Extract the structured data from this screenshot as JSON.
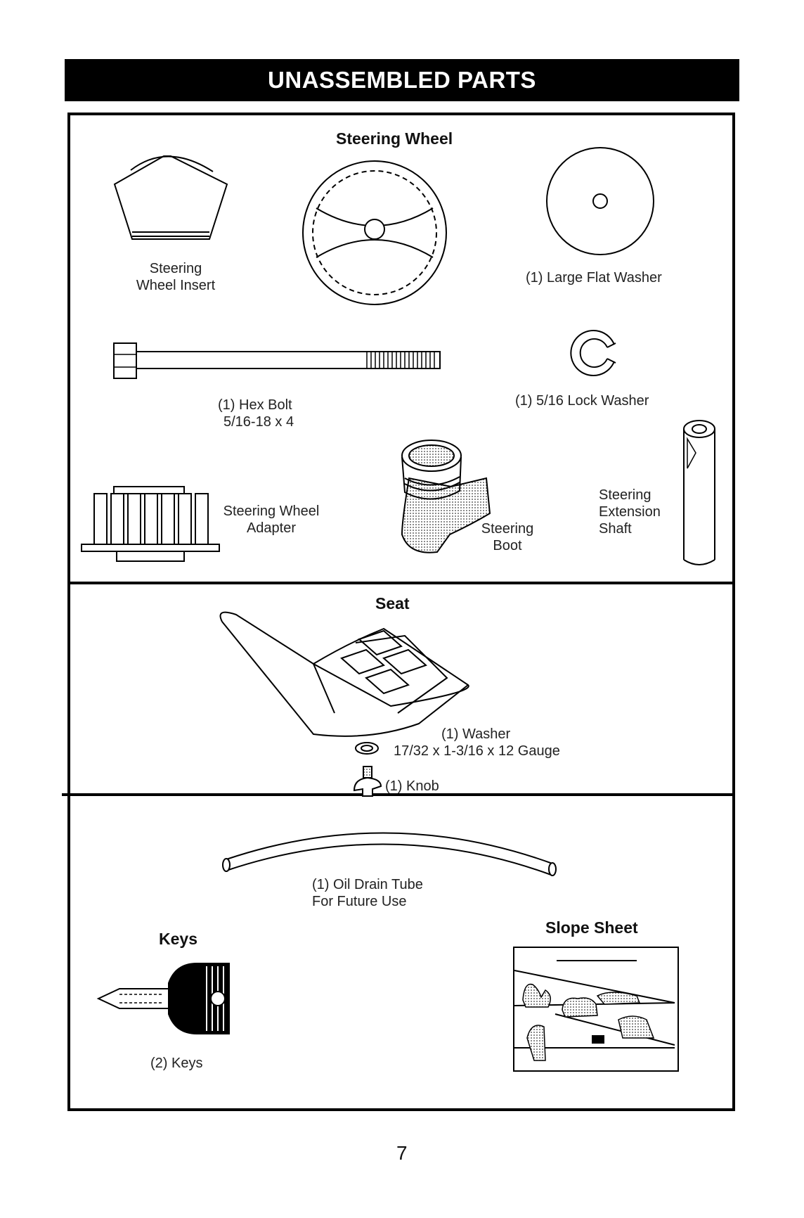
{
  "banner": {
    "title": "UNASSEMBLED PARTS"
  },
  "steering_section": {
    "heading": "Steering Wheel",
    "wheel_insert": [
      "Steering",
      "Wheel Insert"
    ],
    "large_flat_washer": "(1) Large Flat Washer",
    "hex_bolt": [
      "(1) Hex Bolt",
      "5/16-18 x 4"
    ],
    "lock_washer": "(1) 5/16 Lock Washer",
    "wheel_adapter": [
      "Steering Wheel",
      "Adapter"
    ],
    "steering_boot": [
      "Steering",
      "Boot"
    ],
    "extension_shaft": [
      "Steering",
      "Extension",
      "Shaft"
    ]
  },
  "seat_section": {
    "heading": "Seat",
    "washer": [
      "(1) Washer",
      "17/32 x 1-3/16 x 12 Gauge"
    ],
    "knob": "(1) Knob"
  },
  "misc_section": {
    "oil_drain_tube": [
      "(1) Oil Drain Tube",
      "For Future Use"
    ],
    "keys_heading": "Keys",
    "keys_label": "(2) Keys",
    "slope_sheet_heading": "Slope Sheet"
  },
  "page_number": "7"
}
